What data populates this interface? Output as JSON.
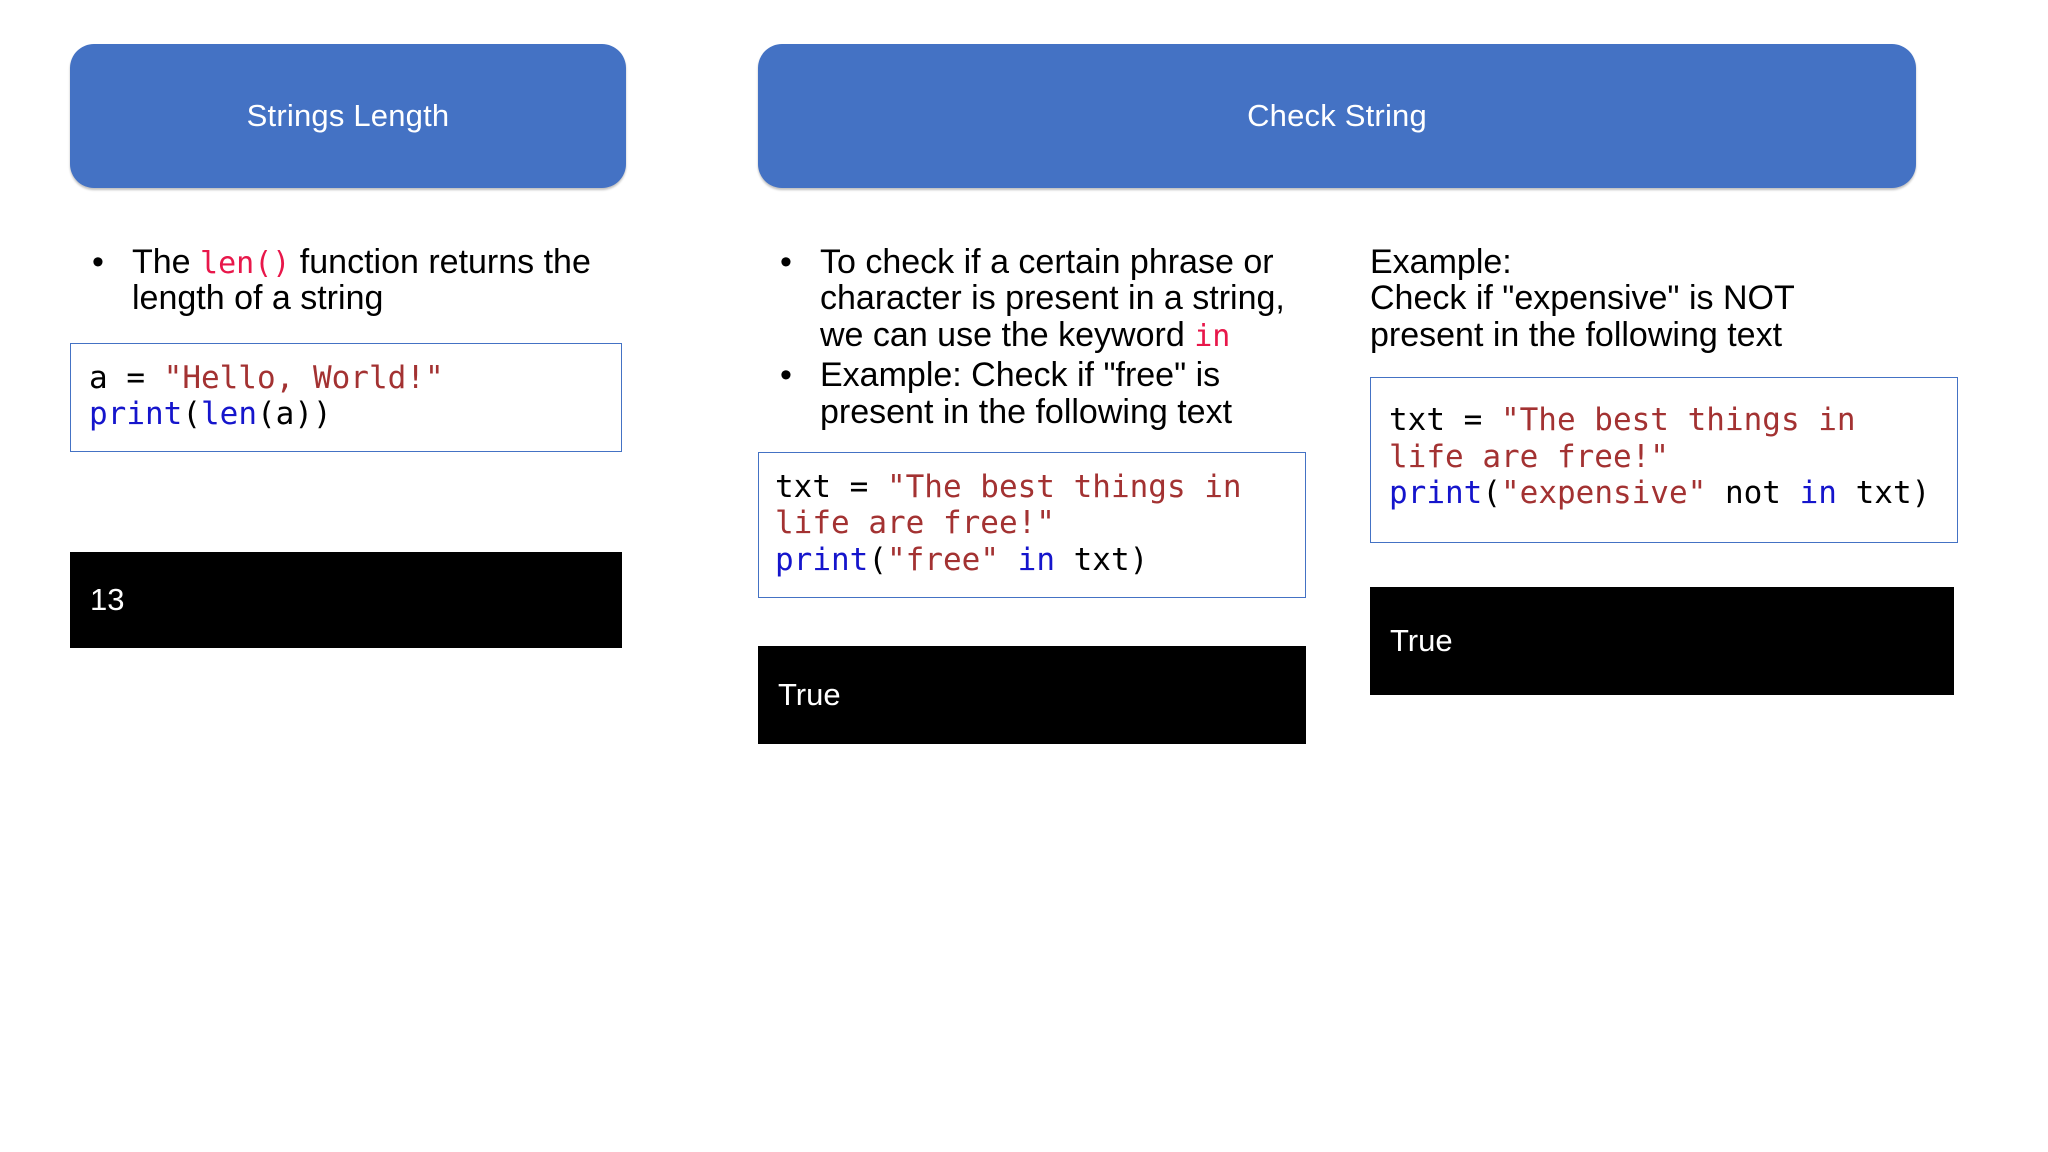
{
  "slide": {
    "background_color": "#FFFFFF",
    "accent_color": "#4472C4",
    "banners": [
      {
        "label": "Strings Length"
      },
      {
        "label": "Check String"
      }
    ]
  },
  "columns": {
    "strings_length": {
      "bullets": [
        {
          "pre": "The ",
          "code": "len()",
          "post": " function returns the length of a string"
        }
      ],
      "code": {
        "lines": [
          [
            {
              "t": "a = ",
              "c": "plain"
            },
            {
              "t": "\"Hello, World!\"",
              "c": "str"
            }
          ],
          [
            {
              "t": "print",
              "c": "fn"
            },
            {
              "t": "(",
              "c": "plain"
            },
            {
              "t": "len",
              "c": "fn"
            },
            {
              "t": "(a))",
              "c": "plain"
            }
          ]
        ]
      },
      "output": "13"
    },
    "check_string": {
      "bullets": [
        {
          "pre": "To check if a certain phrase or character is present in a string, we can use the keyword ",
          "code": "in",
          "post": ""
        },
        {
          "pre": "Example: Check if \"free\" is present in the following text",
          "code": "",
          "post": ""
        }
      ],
      "code": {
        "lines": [
          [
            {
              "t": "txt = ",
              "c": "plain"
            },
            {
              "t": "\"The best things in life are free!\"",
              "c": "str"
            }
          ],
          [
            {
              "t": "print",
              "c": "fn"
            },
            {
              "t": "(",
              "c": "plain"
            },
            {
              "t": "\"free\"",
              "c": "str"
            },
            {
              "t": " ",
              "c": "plain"
            },
            {
              "t": "in",
              "c": "kw"
            },
            {
              "t": " txt)",
              "c": "plain"
            }
          ]
        ]
      },
      "output": "True"
    },
    "not_in_example": {
      "text_lines": [
        "Example:",
        "Check if \"expensive\" is NOT",
        "present in the following text"
      ],
      "code": {
        "lines": [
          [
            {
              "t": "txt = ",
              "c": "plain"
            },
            {
              "t": "\"The best things in life are free!\"",
              "c": "str"
            }
          ],
          [
            {
              "t": "print",
              "c": "fn"
            },
            {
              "t": "(",
              "c": "plain"
            },
            {
              "t": "\"expensive\"",
              "c": "str"
            },
            {
              "t": " not ",
              "c": "plain"
            },
            {
              "t": "in",
              "c": "kw"
            },
            {
              "t": " txt)",
              "c": "plain"
            }
          ]
        ]
      },
      "output": "True"
    }
  }
}
